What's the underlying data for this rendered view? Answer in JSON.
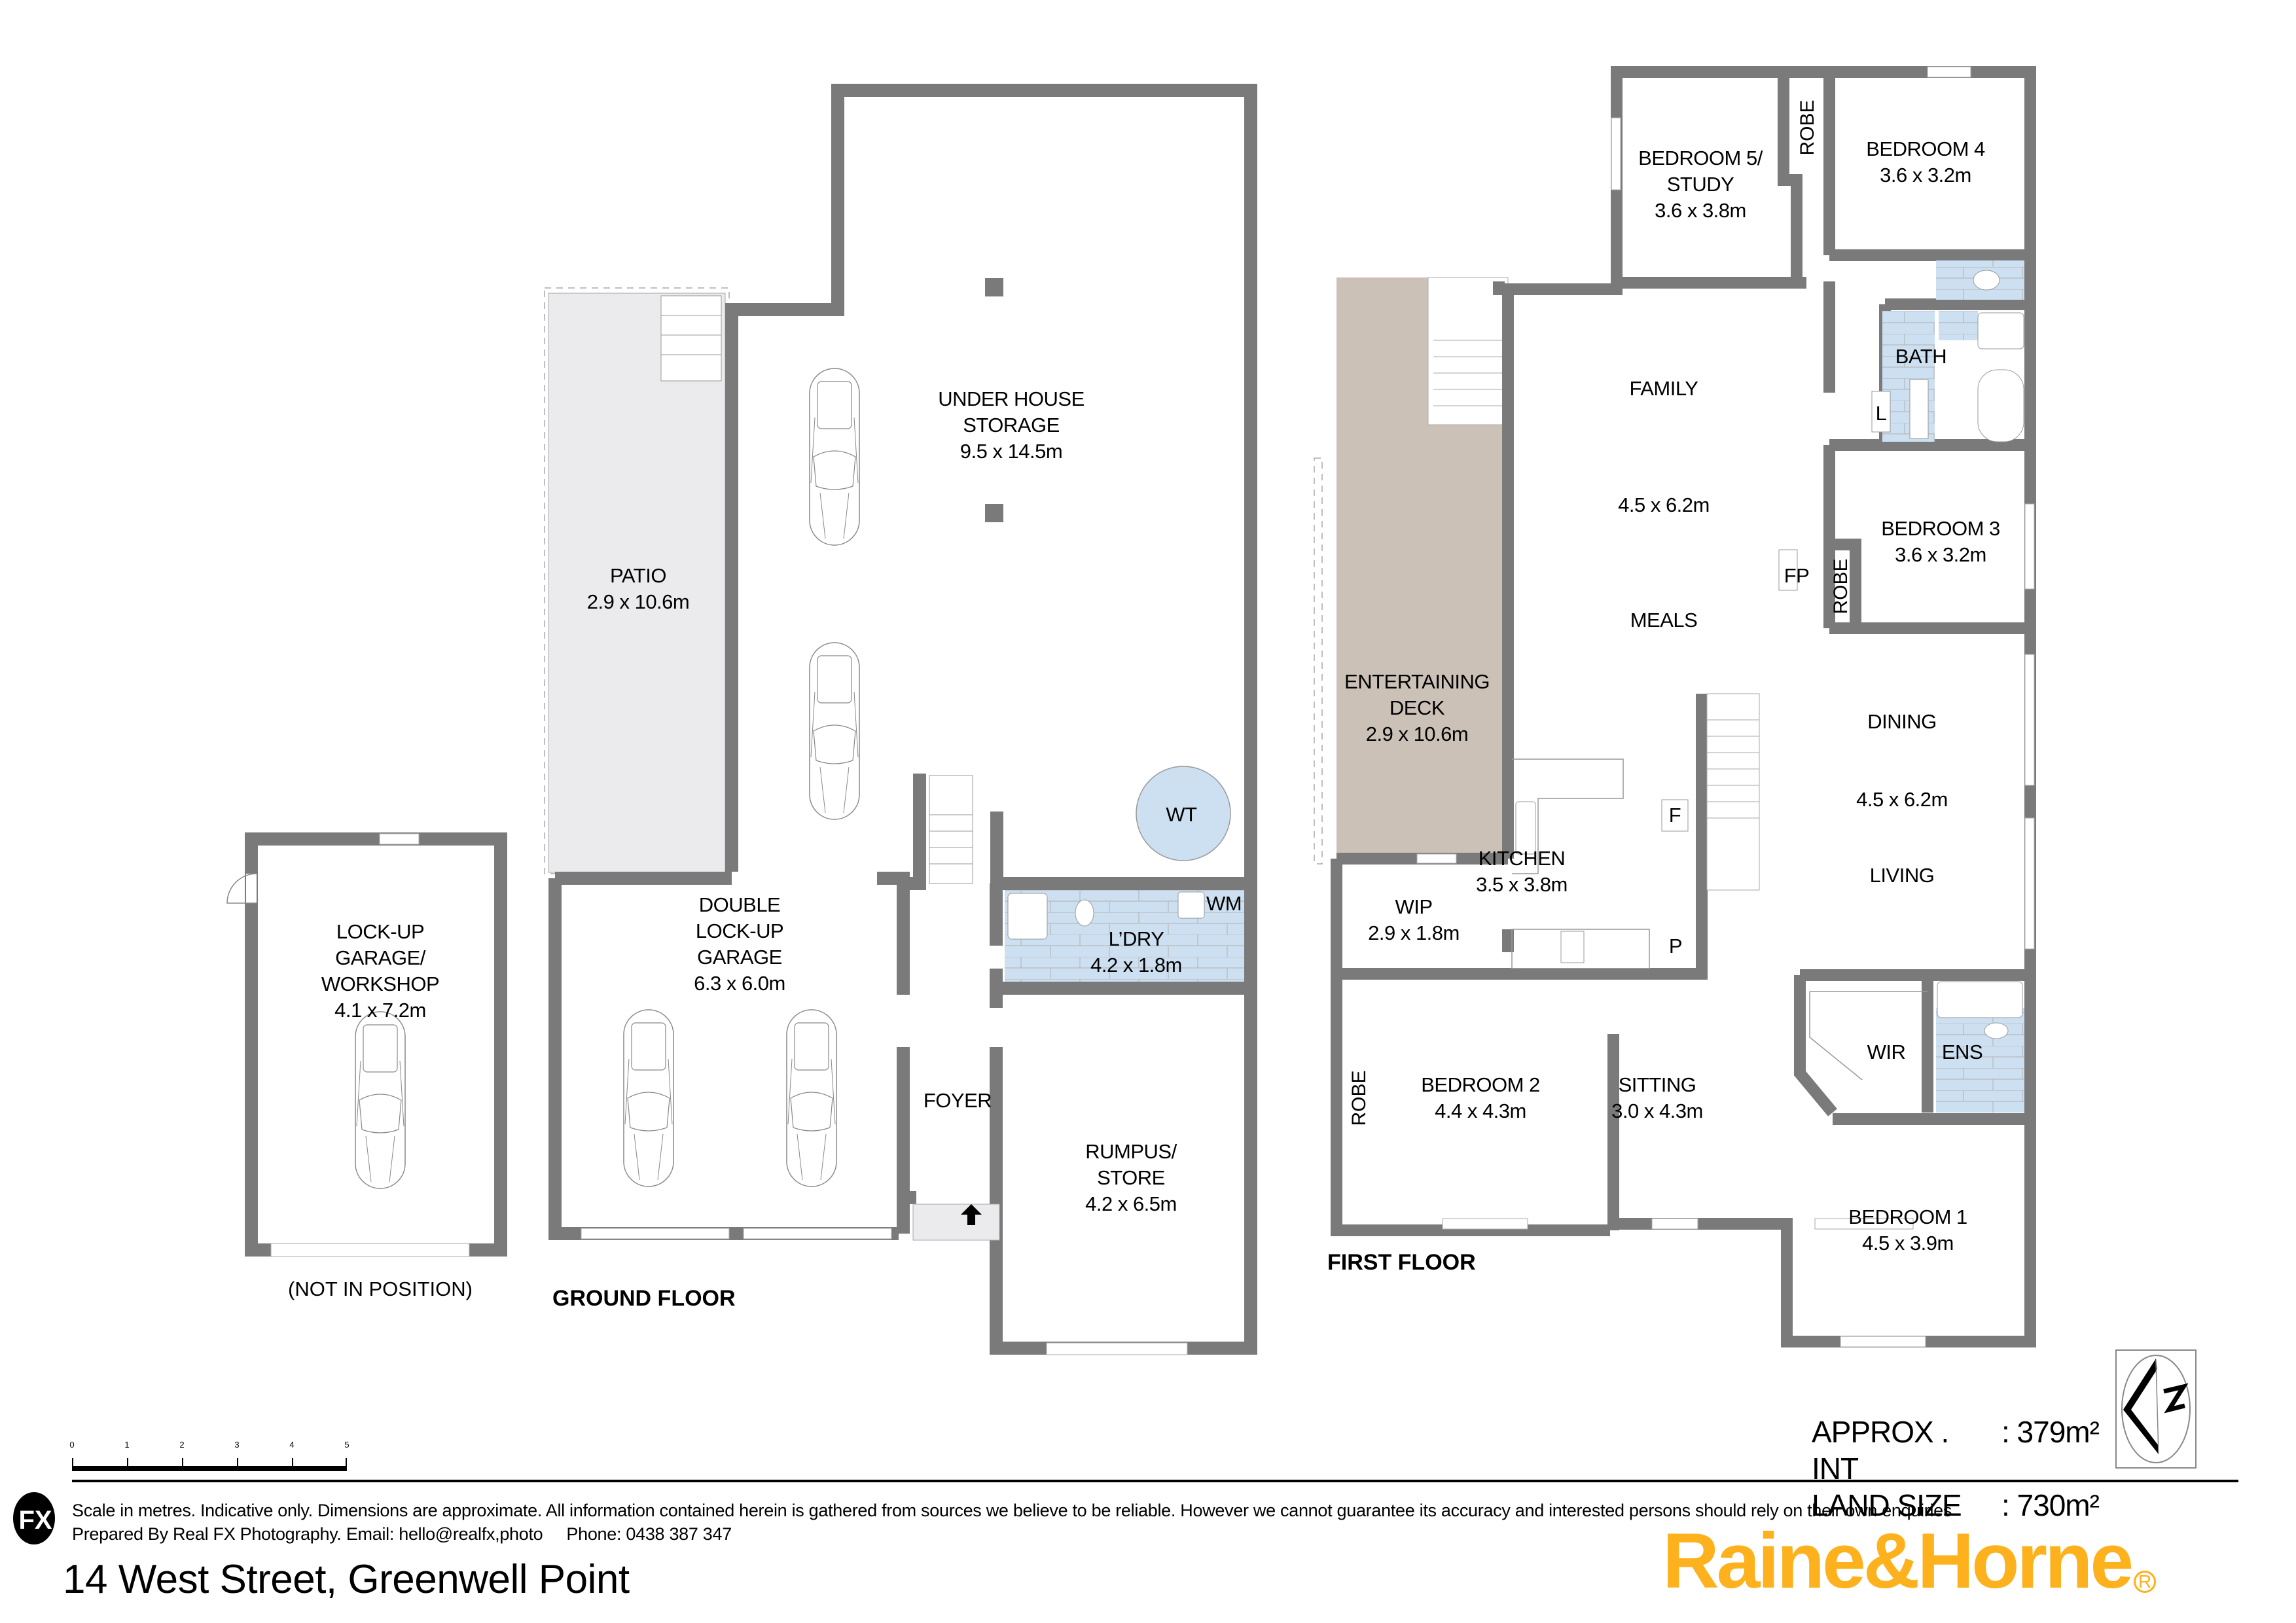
{
  "document": {
    "address": "14 West Street, Greenwell Point",
    "colors": {
      "wall": "#7a7a7a",
      "wet_area": "#cde0f2",
      "deck": "#cbc1b7",
      "patio": "#ebebed",
      "brand": "#fdb11c"
    }
  },
  "ground_floor": {
    "title": "GROUND FLOOR",
    "rooms": {
      "lockup_garage": {
        "line1": "LOCK-UP",
        "line2": "GARAGE/",
        "line3": "WORKSHOP",
        "dims": "4.1 x 7.2m"
      },
      "not_in_position": "(NOT IN POSITION)",
      "patio": {
        "name": "PATIO",
        "dims": "2.9 x 10.6m"
      },
      "under_house": {
        "line1": "UNDER HOUSE",
        "line2": "STORAGE",
        "dims": "9.5 x 14.5m"
      },
      "double_garage": {
        "line1": "DOUBLE",
        "line2": "LOCK-UP",
        "line3": "GARAGE",
        "dims": "6.3 x 6.0m"
      },
      "water_tank": "WT",
      "laundry": {
        "name": "L’DRY",
        "dims": "4.2 x 1.8m",
        "wm": "WM"
      },
      "foyer": "FOYER",
      "rumpus": {
        "line1": "RUMPUS/",
        "line2": "STORE",
        "dims": "4.2 x 6.5m"
      }
    }
  },
  "first_floor": {
    "title": "FIRST FLOOR",
    "rooms": {
      "bedroom5": {
        "line1": "BEDROOM 5/",
        "line2": "STUDY",
        "dims": "3.6 x 3.8m"
      },
      "robe_b4": "ROBE",
      "bedroom4": {
        "name": "BEDROOM 4",
        "dims": "3.6 x 3.2m"
      },
      "bath": "BATH",
      "linen": "L",
      "family": {
        "name": "FAMILY",
        "dims": "4.5 x 6.2m",
        "meals": "MEALS"
      },
      "fireplace": "FP",
      "robe_b3": "ROBE",
      "bedroom3": {
        "name": "BEDROOM 3",
        "dims": "3.6 x 3.2m"
      },
      "deck": {
        "line1": "ENTERTAINING",
        "line2": "DECK",
        "dims": "2.9 x 10.6m"
      },
      "dining": {
        "name": "DINING",
        "dims": "4.5 x 6.2m",
        "living": "LIVING"
      },
      "kitchen": {
        "name": "KITCHEN",
        "dims": "3.5 x 3.8m",
        "fridge": "F",
        "pantry": "P"
      },
      "wip": {
        "name": "WIP",
        "dims": "2.9 x 1.8m"
      },
      "robe_b2": "ROBE",
      "bedroom2": {
        "name": "BEDROOM 2",
        "dims": "4.4 x 4.3m"
      },
      "sitting": {
        "name": "SITTING",
        "dims": "3.0 x 4.3m"
      },
      "wir": "WIR",
      "ens": "ENS",
      "bedroom1": {
        "name": "BEDROOM 1",
        "dims": "4.5 x 3.9m"
      }
    }
  },
  "stats": {
    "int_label": "APPROX . INT",
    "int_value": ": 379m²",
    "land_label": "LAND SIZE",
    "land_value": ": 730m²"
  },
  "compass": {
    "letter": "N"
  },
  "scale_bar": {
    "ticks": [
      "0",
      "1",
      "2",
      "3",
      "4",
      "5"
    ],
    "unit": "metres"
  },
  "footer": {
    "disclaimer": "Scale in metres. Indicative only. Dimensions are approximate. All information contained herein is gathered from sources we believe to be reliable. However we cannot guarantee its accuracy and interested persons should rely on their own enquiries",
    "prepared_by": "Prepared By Real FX Photography. Email: hello@realfx,photo",
    "phone": "Phone: 0438 387 347",
    "rfx_logo": "FX",
    "brand_name": "Raine&Horne",
    "brand_reg": "R"
  }
}
